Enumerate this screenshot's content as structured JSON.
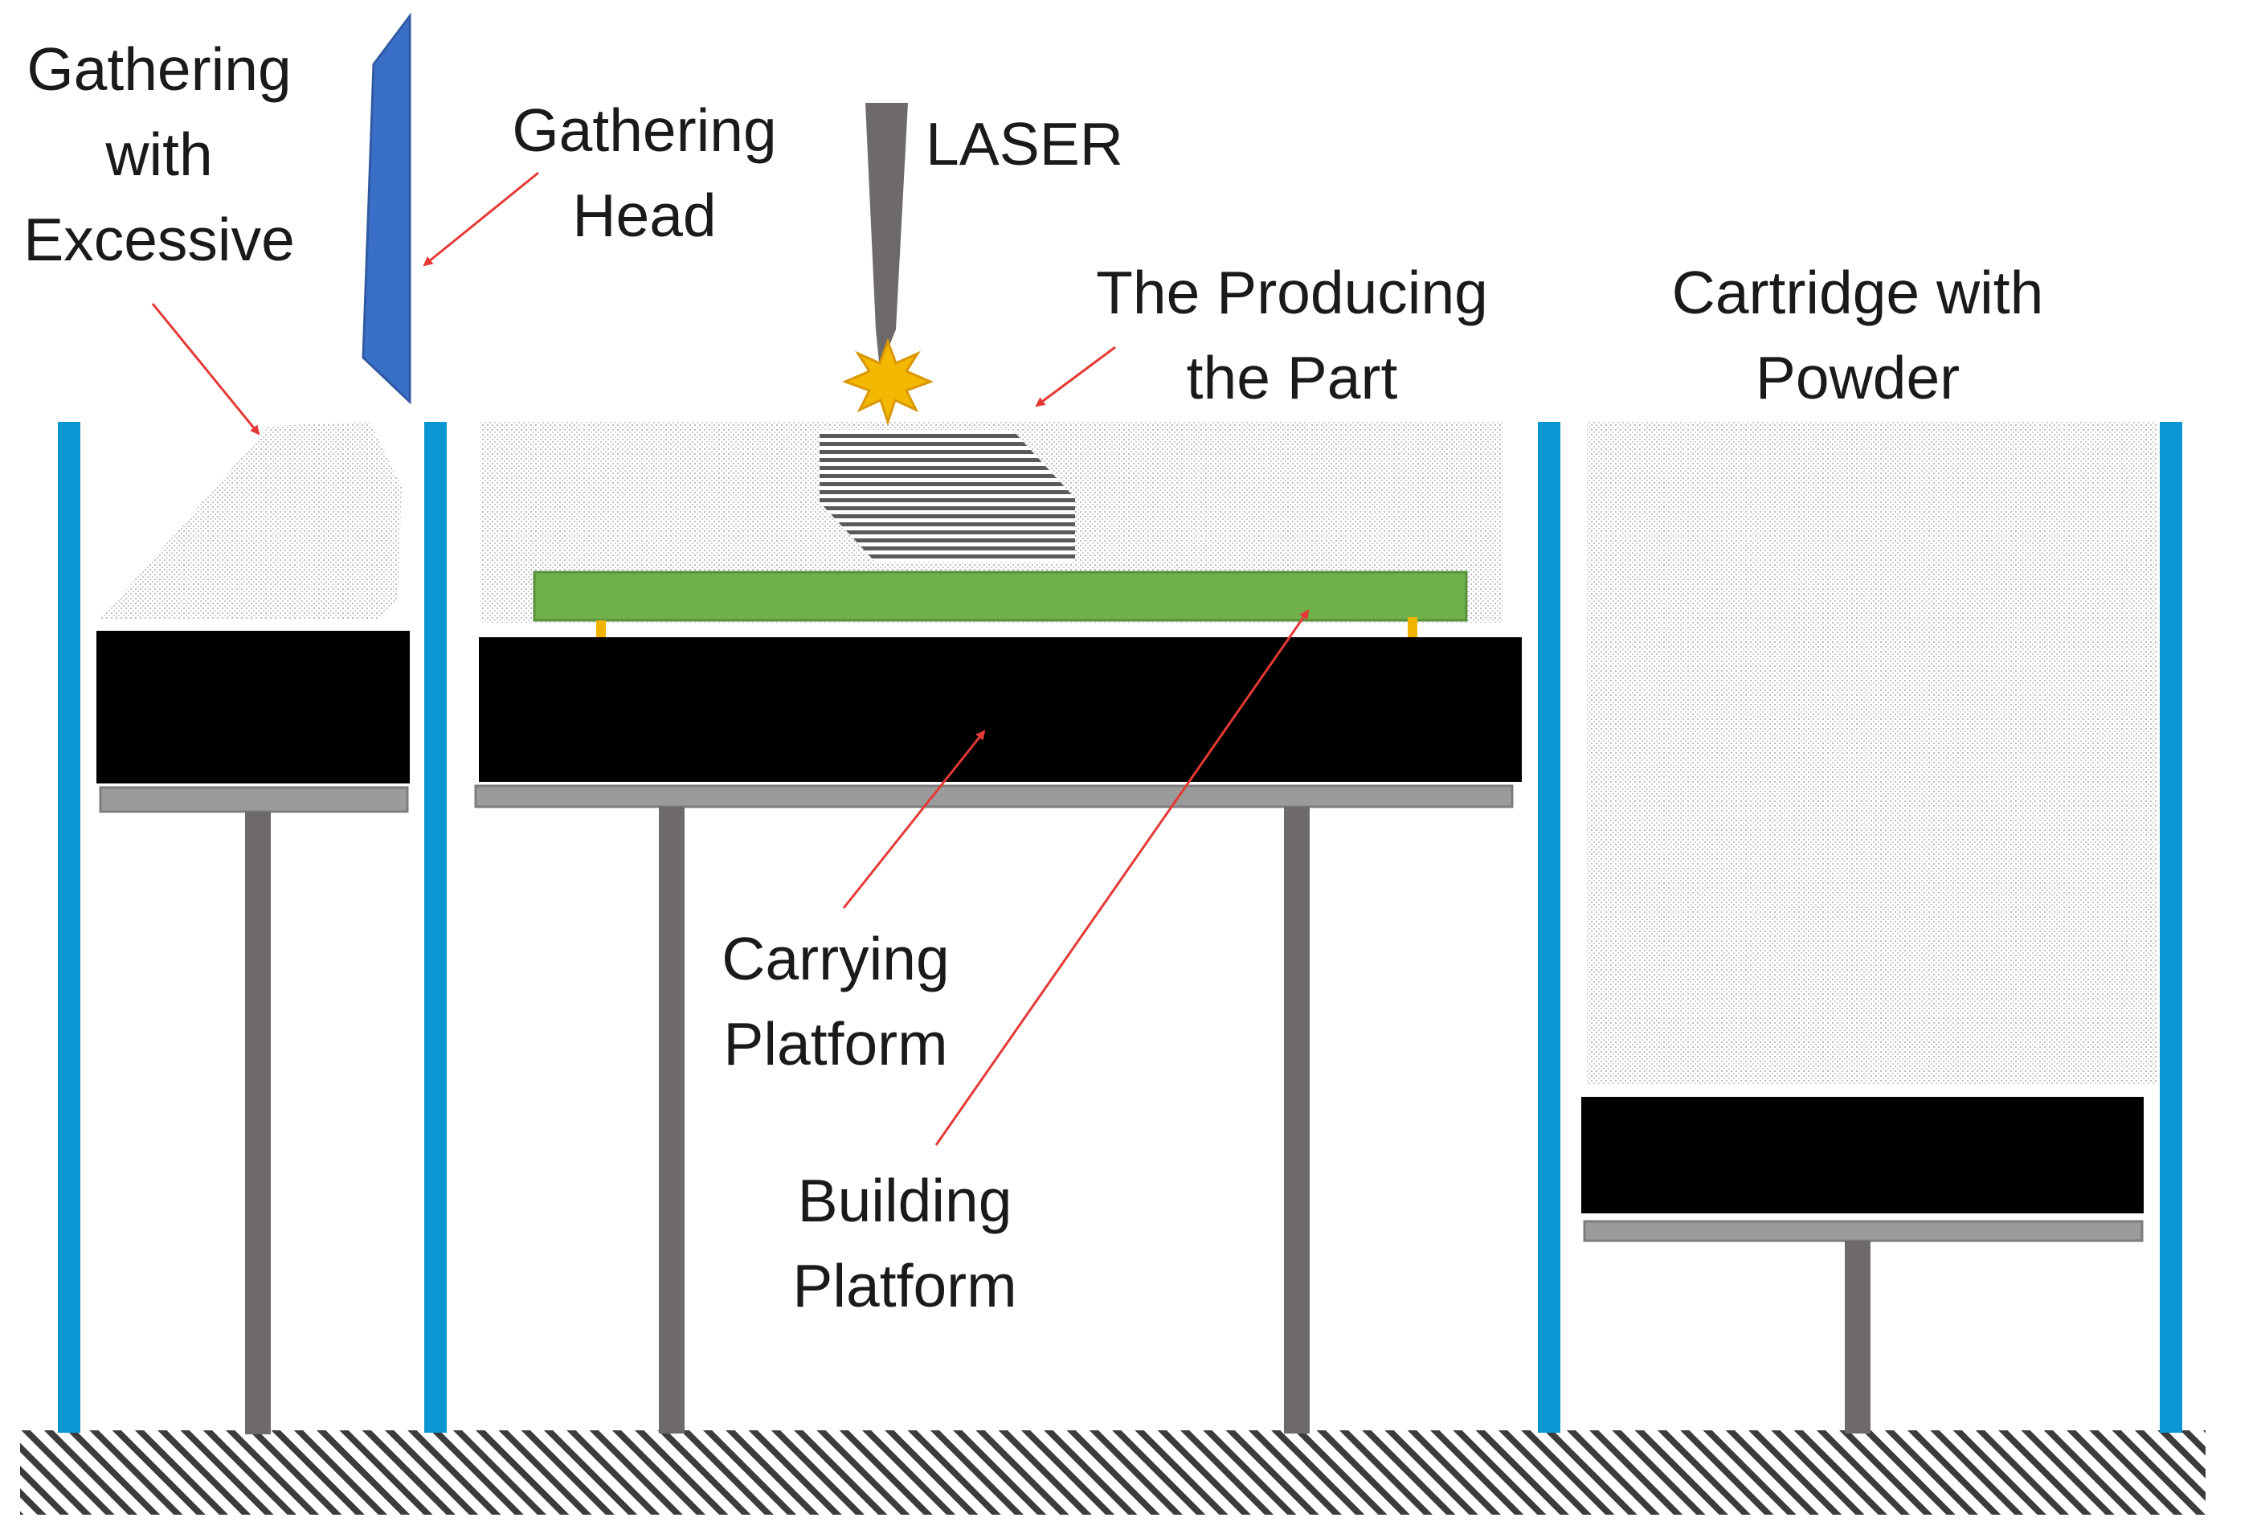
{
  "labels": {
    "gathering_excessive": [
      "Gathering",
      "with",
      "Excessive"
    ],
    "gathering_head": [
      "Gathering",
      "Head"
    ],
    "laser": "LASER",
    "producing_part": [
      "The Producing",
      "the Part"
    ],
    "cartridge_powder": [
      "Cartridge with",
      "Powder"
    ],
    "carrying_platform": [
      "Carrying",
      "Platform"
    ],
    "building_platform": [
      "Building",
      "Platform"
    ]
  },
  "colors": {
    "wall": "#0a96d2",
    "gathering_head": "#3a6fc7",
    "black_block": "#000000",
    "grey_plate": "#9b9b9b",
    "rod": "#6e6a69",
    "building_platform": "#6fb04a",
    "support_pin": "#f0b400",
    "spark": "#f5b800",
    "arrow": "#e53935",
    "laser_beam": "#6e6a69",
    "part": "#5a5a5a",
    "ground_hatch": "#3c3c3c"
  }
}
